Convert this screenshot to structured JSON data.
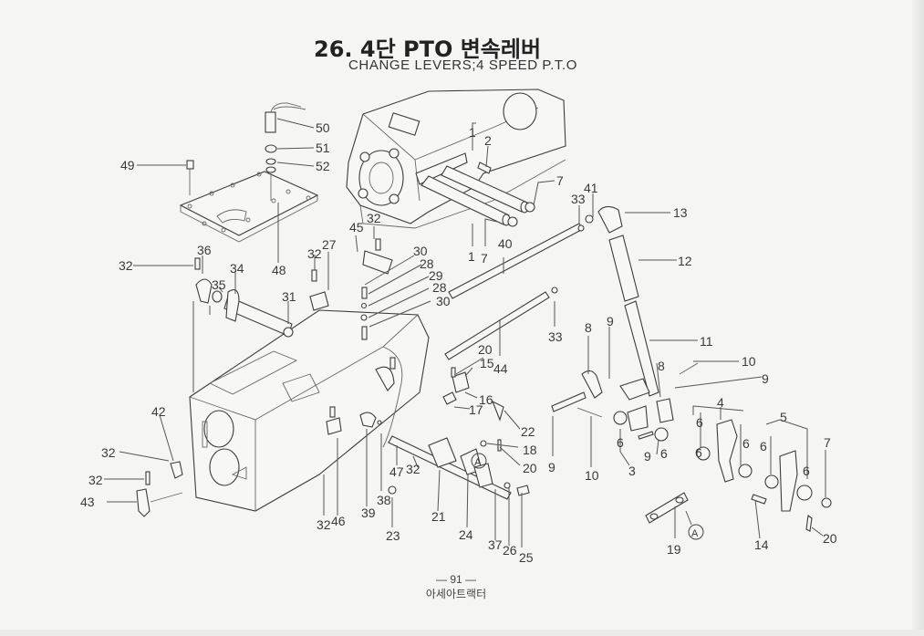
{
  "header": {
    "title_ko": "26. 4단 PTO 변속레버",
    "title_en": "CHANGE LEVERS;4 SPEED P.T.O"
  },
  "footer": {
    "page_number": "— 91 —",
    "publisher": "아세아트랙터"
  },
  "callouts": [
    {
      "id": "c50",
      "text": "50"
    },
    {
      "id": "c51",
      "text": "51"
    },
    {
      "id": "c52",
      "text": "52"
    },
    {
      "id": "c49",
      "text": "49"
    },
    {
      "id": "c48",
      "text": "48"
    },
    {
      "id": "c1a",
      "text": "1"
    },
    {
      "id": "c2",
      "text": "2"
    },
    {
      "id": "c7a",
      "text": "7"
    },
    {
      "id": "c1b",
      "text": "1"
    },
    {
      "id": "c7b",
      "text": "7"
    },
    {
      "id": "c41",
      "text": "41"
    },
    {
      "id": "c33a",
      "text": "33"
    },
    {
      "id": "c13",
      "text": "13"
    },
    {
      "id": "c12",
      "text": "12"
    },
    {
      "id": "c40",
      "text": "40"
    },
    {
      "id": "c45",
      "text": "45"
    },
    {
      "id": "c32a",
      "text": "32"
    },
    {
      "id": "c32b",
      "text": "32"
    },
    {
      "id": "c27",
      "text": "27"
    },
    {
      "id": "c30a",
      "text": "30"
    },
    {
      "id": "c28a",
      "text": "28"
    },
    {
      "id": "c29",
      "text": "29"
    },
    {
      "id": "c28b",
      "text": "28"
    },
    {
      "id": "c30b",
      "text": "30"
    },
    {
      "id": "c32c",
      "text": "32"
    },
    {
      "id": "c36",
      "text": "36"
    },
    {
      "id": "c34",
      "text": "34"
    },
    {
      "id": "c35",
      "text": "35"
    },
    {
      "id": "c31",
      "text": "31"
    },
    {
      "id": "c33b",
      "text": "33"
    },
    {
      "id": "c44",
      "text": "44"
    },
    {
      "id": "c20a",
      "text": "20"
    },
    {
      "id": "c15",
      "text": "15"
    },
    {
      "id": "c16",
      "text": "16"
    },
    {
      "id": "c17",
      "text": "17"
    },
    {
      "id": "c22",
      "text": "22"
    },
    {
      "id": "c18",
      "text": "18"
    },
    {
      "id": "c20b",
      "text": "20"
    },
    {
      "id": "cA1",
      "text": "A"
    },
    {
      "id": "c8a",
      "text": "8"
    },
    {
      "id": "c9a",
      "text": "9"
    },
    {
      "id": "c11",
      "text": "11"
    },
    {
      "id": "c10a",
      "text": "10"
    },
    {
      "id": "c9b",
      "text": "9"
    },
    {
      "id": "c8b",
      "text": "8"
    },
    {
      "id": "c4",
      "text": "4"
    },
    {
      "id": "c5",
      "text": "5"
    },
    {
      "id": "c6a",
      "text": "6"
    },
    {
      "id": "c6b",
      "text": "6"
    },
    {
      "id": "c6c",
      "text": "6"
    },
    {
      "id": "c6d",
      "text": "6"
    },
    {
      "id": "c6e",
      "text": "6"
    },
    {
      "id": "c6f",
      "text": "6"
    },
    {
      "id": "c6g",
      "text": "6"
    },
    {
      "id": "c7c",
      "text": "7"
    },
    {
      "id": "c9c",
      "text": "9"
    },
    {
      "id": "c9d",
      "text": "9"
    },
    {
      "id": "c10b",
      "text": "10"
    },
    {
      "id": "c3",
      "text": "3"
    },
    {
      "id": "c42",
      "text": "42"
    },
    {
      "id": "c32d",
      "text": "32"
    },
    {
      "id": "c32e",
      "text": "32"
    },
    {
      "id": "c43",
      "text": "43"
    },
    {
      "id": "c47",
      "text": "47"
    },
    {
      "id": "c32f",
      "text": "32"
    },
    {
      "id": "c32g",
      "text": "32"
    },
    {
      "id": "c46",
      "text": "46"
    },
    {
      "id": "c39",
      "text": "39"
    },
    {
      "id": "c38",
      "text": "38"
    },
    {
      "id": "c23",
      "text": "23"
    },
    {
      "id": "c21",
      "text": "21"
    },
    {
      "id": "c24",
      "text": "24"
    },
    {
      "id": "c37",
      "text": "37"
    },
    {
      "id": "c26",
      "text": "26"
    },
    {
      "id": "c25",
      "text": "25"
    },
    {
      "id": "c19",
      "text": "19"
    },
    {
      "id": "cA2",
      "text": "A"
    },
    {
      "id": "c14",
      "text": "14"
    },
    {
      "id": "c20c",
      "text": "20"
    }
  ]
}
